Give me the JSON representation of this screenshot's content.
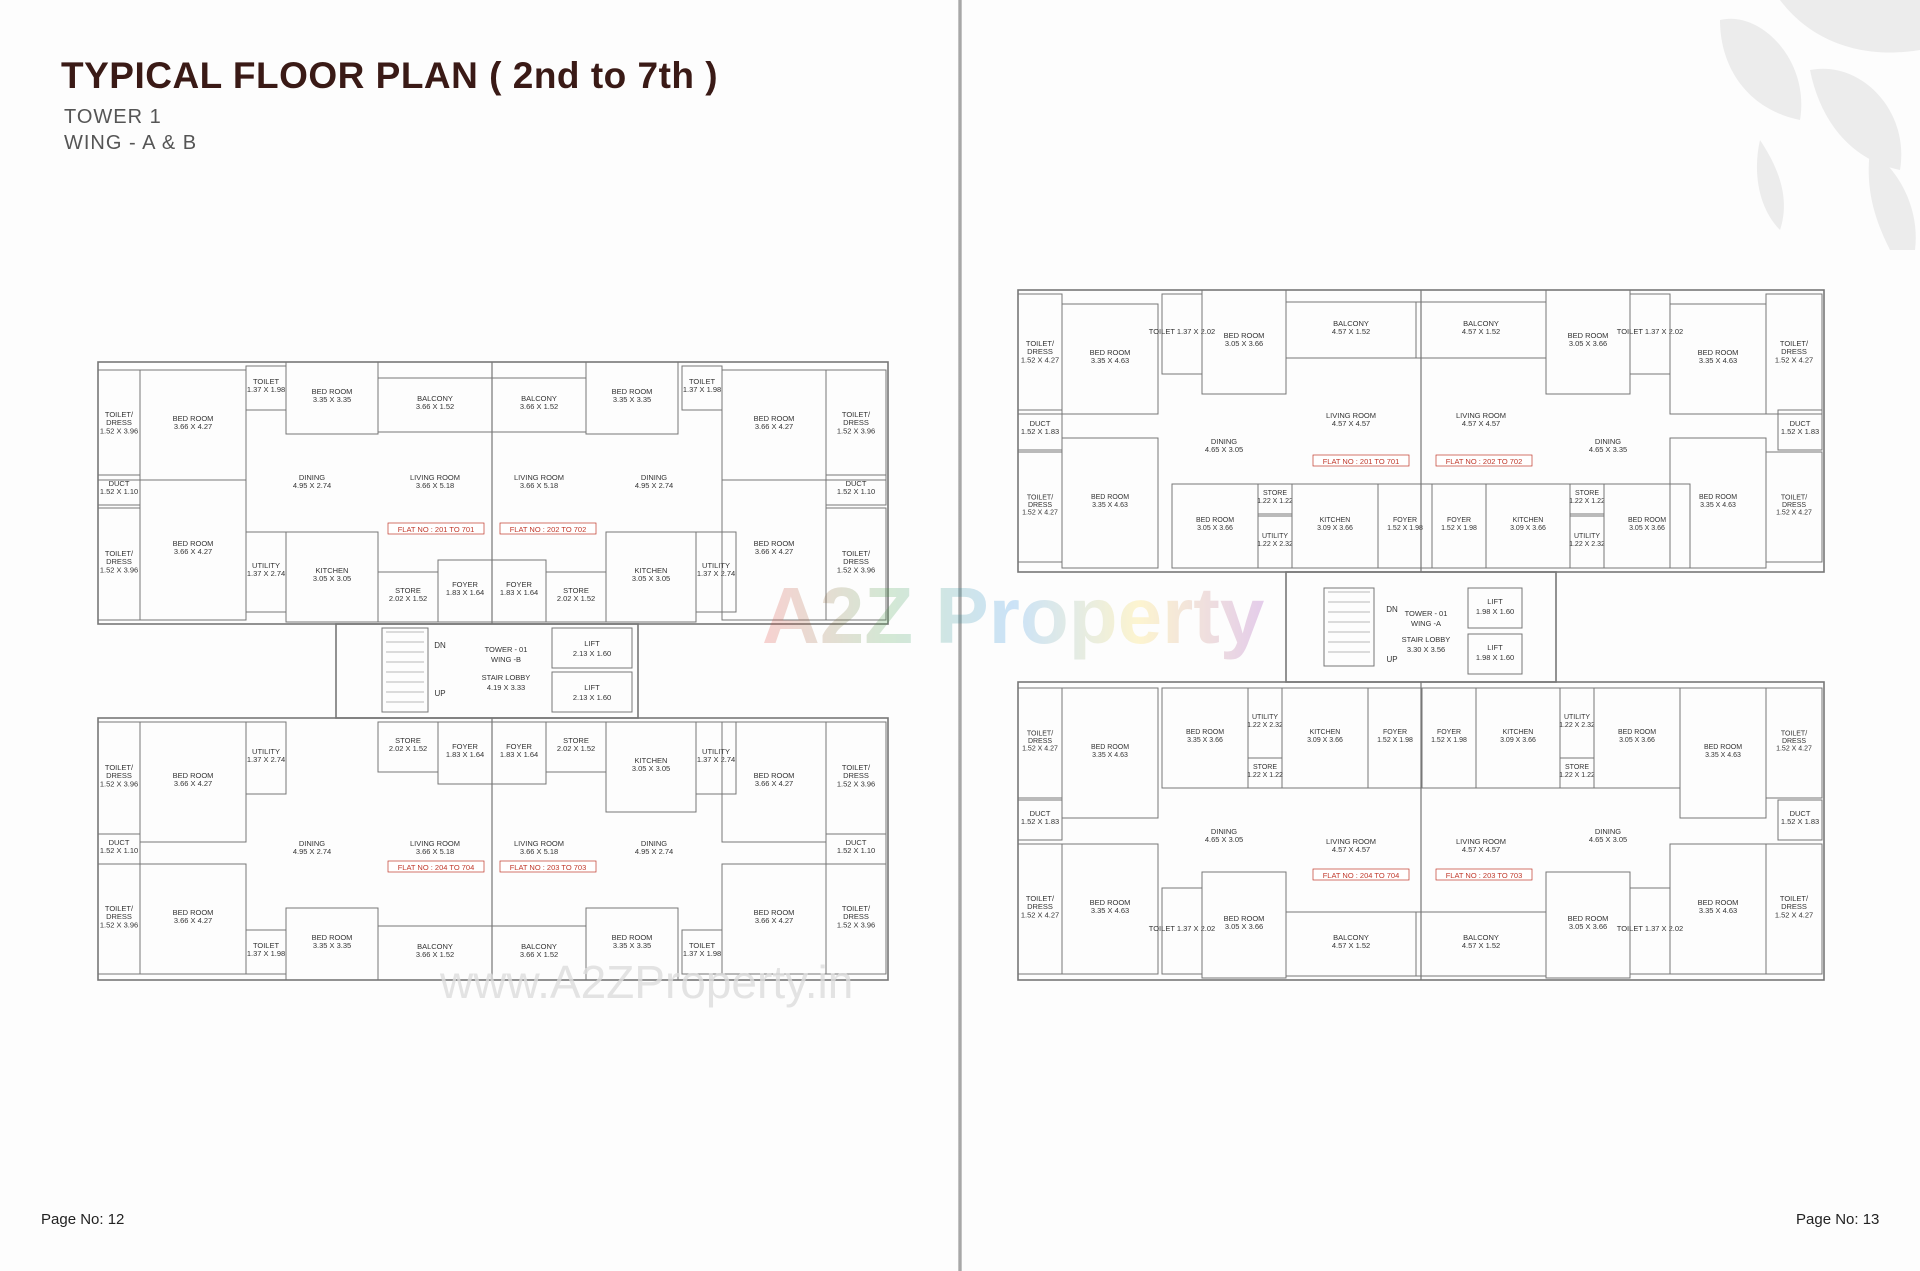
{
  "header": {
    "title": "TYPICAL FLOOR PLAN ( 2nd to 7th )",
    "tower": "TOWER 1",
    "wing": "WING - A & B"
  },
  "pages": {
    "left": "Page No: 12",
    "right": "Page No: 13"
  },
  "watermark": {
    "brand": "A2Z Property",
    "url": "www.A2ZProperty.in"
  },
  "colors": {
    "wall": "#777777",
    "flat_label": "#c0392b",
    "title": "#3a1a16"
  },
  "plan_left": {
    "top_row": [
      {
        "name": "TOILET/ DRESS",
        "dim": "1.52 X 3.96"
      },
      {
        "name": "BED ROOM",
        "dim": "3.66 X 4.27"
      },
      {
        "name": "TOILET",
        "dim": "1.37 X 1.98"
      },
      {
        "name": "BED ROOM",
        "dim": "3.35 X 3.35"
      },
      {
        "name": "BALCONY",
        "dim": "3.66 X 1.52"
      },
      {
        "name": "BALCONY",
        "dim": "3.66 X 1.52"
      },
      {
        "name": "BED ROOM",
        "dim": "3.35 X 3.35"
      },
      {
        "name": "TOILET",
        "dim": "1.37 X 1.98"
      },
      {
        "name": "BED ROOM",
        "dim": "3.66 X 4.27"
      },
      {
        "name": "TOILET/ DRESS",
        "dim": "1.52 X 3.96"
      }
    ],
    "mid_row": [
      {
        "name": "DUCT",
        "dim": "1.52 X 1.10"
      },
      {
        "name": "DINING",
        "dim": "4.95 X 2.74"
      },
      {
        "name": "LIVING ROOM",
        "dim": "3.66 X 5.18"
      },
      {
        "name": "LIVING ROOM",
        "dim": "3.66 X 5.18"
      },
      {
        "name": "DINING",
        "dim": "4.95 X 2.74"
      },
      {
        "name": "DUCT",
        "dim": "1.52 X 1.10"
      }
    ],
    "lower_row": [
      {
        "name": "TOILET/ DRESS",
        "dim": "1.52 X 3.96"
      },
      {
        "name": "BED ROOM",
        "dim": "3.66 X 4.27"
      },
      {
        "name": "UTILITY",
        "dim": "1.37 X 2.74"
      },
      {
        "name": "KITCHEN",
        "dim": "3.05 X 3.05"
      },
      {
        "name": "STORE",
        "dim": "2.02 X 1.52"
      },
      {
        "name": "FOYER",
        "dim": "1.83 X 1.64"
      },
      {
        "name": "FOYER",
        "dim": "1.83 X 1.64"
      },
      {
        "name": "STORE",
        "dim": "2.02 X 1.52"
      },
      {
        "name": "KITCHEN",
        "dim": "3.05 X 3.05"
      },
      {
        "name": "UTILITY",
        "dim": "1.37 X 2.74"
      },
      {
        "name": "BED ROOM",
        "dim": "3.66 X 4.27"
      },
      {
        "name": "TOILET/ DRESS",
        "dim": "1.52 X 3.96"
      }
    ],
    "flats": [
      "FLAT NO : 201 TO 701",
      "FLAT NO : 202 TO 702",
      "FLAT NO : 204 TO 704",
      "FLAT NO : 203 TO 703"
    ],
    "core": {
      "dn": "DN",
      "up": "UP",
      "tower": "TOWER - 01",
      "wing": "WING -B",
      "lobby": "STAIR LOBBY",
      "lobby_dim": "4.19 X 3.33",
      "lift": "LIFT",
      "lift_dim": "2.13 X 1.60"
    },
    "bottom_rows": [
      {
        "name": "TOILET/ DRESS",
        "dim": "1.52 X 3.96"
      },
      {
        "name": "BED ROOM",
        "dim": "3.66 X 4.27"
      },
      {
        "name": "UTILITY",
        "dim": "1.37 X 2.74"
      },
      {
        "name": "STORE",
        "dim": "2.02 X 1.52"
      },
      {
        "name": "FOYER",
        "dim": "1.83 X 1.64"
      },
      {
        "name": "FOYER",
        "dim": "1.83 X 1.64"
      },
      {
        "name": "STORE",
        "dim": "2.02 X 1.52"
      },
      {
        "name": "KITCHEN",
        "dim": "3.05 X 3.05"
      },
      {
        "name": "UTILITY",
        "dim": "1.37 X 2.74"
      },
      {
        "name": "BED ROOM",
        "dim": "3.66 X 4.27"
      },
      {
        "name": "TOILET/ DRESS",
        "dim": "1.52 X 3.96"
      },
      {
        "name": "DUCT",
        "dim": "1.52 X 1.10"
      },
      {
        "name": "DINING",
        "dim": "4.95 X 2.74"
      },
      {
        "name": "LIVING ROOM",
        "dim": "3.66 X 5.18"
      },
      {
        "name": "LIVING ROOM",
        "dim": "3.66 X 5.18"
      },
      {
        "name": "DINING",
        "dim": "4.95 X 2.74"
      },
      {
        "name": "DUCT",
        "dim": "1.52 X 1.10"
      },
      {
        "name": "TOILET/ DRESS",
        "dim": "1.52 X 3.96"
      },
      {
        "name": "BED ROOM",
        "dim": "3.66 X 4.27"
      },
      {
        "name": "TOILET",
        "dim": "1.37 X 1.98"
      },
      {
        "name": "BED ROOM",
        "dim": "3.35 X 3.35"
      },
      {
        "name": "BALCONY",
        "dim": "3.66 X 1.52"
      },
      {
        "name": "BALCONY",
        "dim": "3.66 X 1.52"
      },
      {
        "name": "BED ROOM",
        "dim": "3.35 X 3.35"
      },
      {
        "name": "TOILET",
        "dim": "1.37 X 1.98"
      },
      {
        "name": "BED ROOM",
        "dim": "3.66 X 4.27"
      },
      {
        "name": "TOILET/ DRESS",
        "dim": "1.52 X 3.96"
      }
    ]
  },
  "plan_right": {
    "rooms": [
      {
        "name": "TOILET/ DRESS",
        "dim": "1.52 X 4.27"
      },
      {
        "name": "BED ROOM",
        "dim": "3.35 X 4.63"
      },
      {
        "name": "TOILET 1.37 X 2.02",
        "dim": ""
      },
      {
        "name": "BED ROOM",
        "dim": "3.05 X 3.66"
      },
      {
        "name": "BALCONY",
        "dim": "4.57 X 1.52"
      },
      {
        "name": "BALCONY",
        "dim": "4.57 X 1.52"
      },
      {
        "name": "BED ROOM",
        "dim": "3.05 X 3.66"
      },
      {
        "name": "TOILET 1.37 X 2.02",
        "dim": ""
      },
      {
        "name": "BED ROOM",
        "dim": "3.35 X 4.63"
      },
      {
        "name": "TOILET/ DRESS",
        "dim": "1.52 X 4.27"
      },
      {
        "name": "DUCT",
        "dim": "1.52 X 1.83"
      },
      {
        "name": "DINING",
        "dim": "4.65 X 3.05"
      },
      {
        "name": "LIVING ROOM",
        "dim": "4.57 X 4.57"
      },
      {
        "name": "LIVING ROOM",
        "dim": "4.57 X 4.57"
      },
      {
        "name": "DINING",
        "dim": "4.65 X 3.35"
      },
      {
        "name": "DUCT",
        "dim": "1.52 X 1.83"
      },
      {
        "name": "TOILET/ DRESS",
        "dim": "1.52 X 4.27"
      },
      {
        "name": "BED ROOM",
        "dim": "3.35 X 4.63"
      },
      {
        "name": "BED ROOM",
        "dim": "3.05 X 3.66"
      },
      {
        "name": "STORE",
        "dim": "1.22 X 1.22"
      },
      {
        "name": "UTILITY",
        "dim": "1.22 X 2.32"
      },
      {
        "name": "KITCHEN",
        "dim": "3.09 X 3.66"
      },
      {
        "name": "FOYER",
        "dim": "1.52 X 1.98"
      },
      {
        "name": "FOYER",
        "dim": "1.52 X 1.98"
      },
      {
        "name": "KITCHEN",
        "dim": "3.09 X 3.66"
      },
      {
        "name": "STORE",
        "dim": "1.22 X 1.22"
      },
      {
        "name": "UTILITY",
        "dim": "1.22 X 2.32"
      },
      {
        "name": "BED ROOM",
        "dim": "3.05 X 3.66"
      },
      {
        "name": "BED ROOM",
        "dim": "3.35 X 4.63"
      },
      {
        "name": "TOILET/ DRESS",
        "dim": "1.52 X 4.27"
      }
    ],
    "flats": [
      "FLAT NO : 201 TO 701",
      "FLAT NO : 202 TO 702",
      "FLAT NO : 204 TO 704",
      "FLAT NO : 203 TO 703"
    ],
    "core": {
      "dn": "DN",
      "up": "UP",
      "tower": "TOWER - 01",
      "wing": "WING -A",
      "lobby": "STAIR LOBBY",
      "lobby_dim": "3.30 X 3.56",
      "lift": "LIFT",
      "lift_dim": "1.98 X 1.60"
    },
    "lower_rooms": [
      {
        "name": "TOILET/ DRESS",
        "dim": "1.52 X 4.27"
      },
      {
        "name": "BED ROOM",
        "dim": "3.35 X 4.63"
      },
      {
        "name": "BED ROOM",
        "dim": "3.35 X 3.66"
      },
      {
        "name": "UTILITY",
        "dim": "1.22 X 2.32"
      },
      {
        "name": "KITCHEN",
        "dim": "3.09 X 3.66"
      },
      {
        "name": "STORE",
        "dim": "1.22 X 1.22"
      },
      {
        "name": "FOYER",
        "dim": "1.52 X 1.98"
      },
      {
        "name": "FOYER",
        "dim": "1.52 X 1.98"
      },
      {
        "name": "KITCHEN",
        "dim": "3.09 X 3.66"
      },
      {
        "name": "UTILITY",
        "dim": "1.22 X 2.32"
      },
      {
        "name": "STORE",
        "dim": "1.22 X 1.22"
      },
      {
        "name": "BED ROOM",
        "dim": "3.05 X 3.66"
      },
      {
        "name": "BED ROOM",
        "dim": "3.35 X 4.63"
      },
      {
        "name": "TOILET/ DRESS",
        "dim": "1.52 X 4.27"
      },
      {
        "name": "DUCT",
        "dim": "1.52 X 1.83"
      },
      {
        "name": "DINING",
        "dim": "4.65 X 3.05"
      },
      {
        "name": "LIVING ROOM",
        "dim": "4.57 X 4.57"
      },
      {
        "name": "LIVING ROOM",
        "dim": "4.57 X 4.57"
      },
      {
        "name": "DINING",
        "dim": "4.65 X 3.05"
      },
      {
        "name": "DUCT",
        "dim": "1.52 X 1.83"
      },
      {
        "name": "TOILET/ DRESS",
        "dim": "1.52 X 4.27"
      },
      {
        "name": "BED ROOM",
        "dim": "3.35 X 4.63"
      },
      {
        "name": "TOILET 1.37 X 2.02",
        "dim": ""
      },
      {
        "name": "BED ROOM",
        "dim": "3.05 X 3.66"
      },
      {
        "name": "BALCONY",
        "dim": "4.57 X 1.52"
      },
      {
        "name": "BALCONY",
        "dim": "4.57 X 1.52"
      },
      {
        "name": "BED ROOM",
        "dim": "3.05 X 3.66"
      },
      {
        "name": "TOILET 1.37 X 2.02",
        "dim": ""
      },
      {
        "name": "BED ROOM",
        "dim": "3.35 X 4.63"
      },
      {
        "name": "TOILET/ DRESS",
        "dim": "1.52 X 4.27"
      }
    ]
  }
}
